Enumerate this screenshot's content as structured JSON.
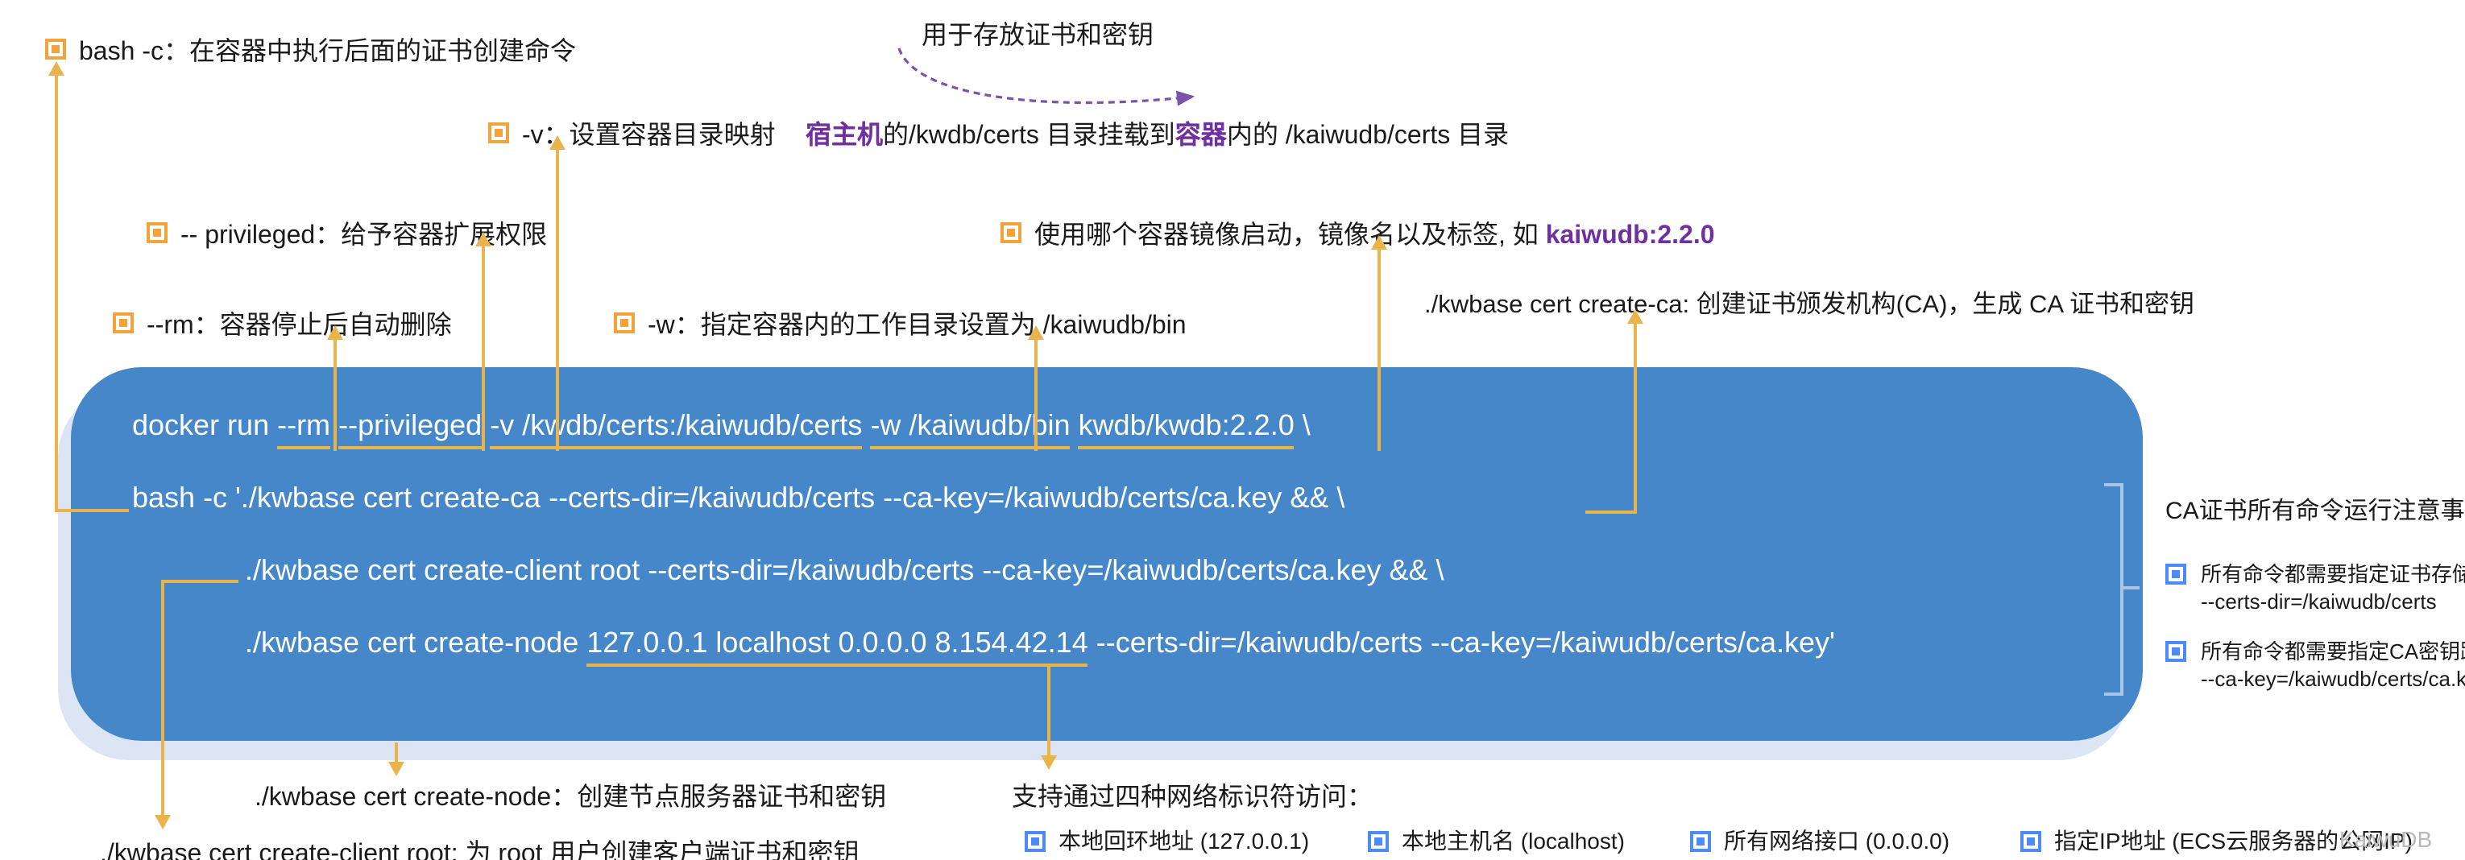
{
  "colors": {
    "box_blue": "#4587C8",
    "box_shadow": "#dce5f4",
    "arrow_yellow": "#E9B44C",
    "purple_accent": "#7030A0",
    "dashed_arrow_purple": "#7B52AB",
    "bullet_orange": "#F2A33C",
    "bullet_blue": "#4C8BF5",
    "command_text": "#ffffff"
  },
  "top": {
    "bash_c": "bash -c：在容器中执行后面的证书创建命令",
    "store_note": "用于存放证书和密钥",
    "v": {
      "label": "-v：设置容器目录映射",
      "host": "宿主机",
      "mid": "的/kwdb/certs 目录挂载到",
      "container": "容器",
      "tail": "内的 /kaiwudb/certs 目录"
    },
    "privileged": "-- privileged：给予容器扩展权限",
    "rm": "--rm：容器停止后自动删除",
    "w": "-w：指定容器内的工作目录设置为 /kaiwudb/bin",
    "image": {
      "pre": "使用哪个容器镜像启动，镜像名以及标签, 如 ",
      "tag": "kaiwudb:2.2.0"
    },
    "create_ca": "./kwbase cert create-ca: 创建证书颁发机构(CA)，生成 CA 证书和密钥"
  },
  "command": {
    "line1": [
      "docker run ",
      "--rm",
      " ",
      "--privileged",
      " ",
      "-v /kwdb/certs:/kaiwudb/certs",
      " ",
      "-w /kaiwudb/bin",
      " ",
      "kwdb/kwdb:2.2.0",
      " \\"
    ],
    "line2": "bash -c './kwbase cert create-ca --certs-dir=/kaiwudb/certs --ca-key=/kaiwudb/certs/ca.key && \\",
    "line3": "./kwbase cert create-client root --certs-dir=/kaiwudb/certs --ca-key=/kaiwudb/certs/ca.key && \\",
    "line4": [
      "./kwbase cert create-node ",
      "127.0.0.1 localhost 0.0.0.0 8.154.42.14",
      " --certs-dir=/kaiwudb/certs --ca-key=/kaiwudb/certs/ca.key'"
    ]
  },
  "notes": {
    "title": "CA证书所有命令运行注意事项：",
    "items": [
      {
        "line1": "所有命令都需要指定证书存储目录：",
        "line2": "--certs-dir=/kaiwudb/certs"
      },
      {
        "line1": "所有命令都需要指定CA密钥路径：",
        "line2": "--ca-key=/kaiwudb/certs/ca.key"
      }
    ]
  },
  "bottom": {
    "create_node": "./kwbase cert create-node：创建节点服务器证书和密钥",
    "create_client": "./kwbase cert create-client root: 为 root 用户创建客户端证书和密钥",
    "network_title": "支持通过四种网络标识符访问：",
    "network_items": [
      "本地回环地址 (127.0.0.1)",
      "本地主机名 (localhost)",
      "所有网络接口 (0.0.0.0)",
      "指定IP地址 (ECS云服务器的公网IP)"
    ]
  },
  "watermark": "KaiwuDB"
}
